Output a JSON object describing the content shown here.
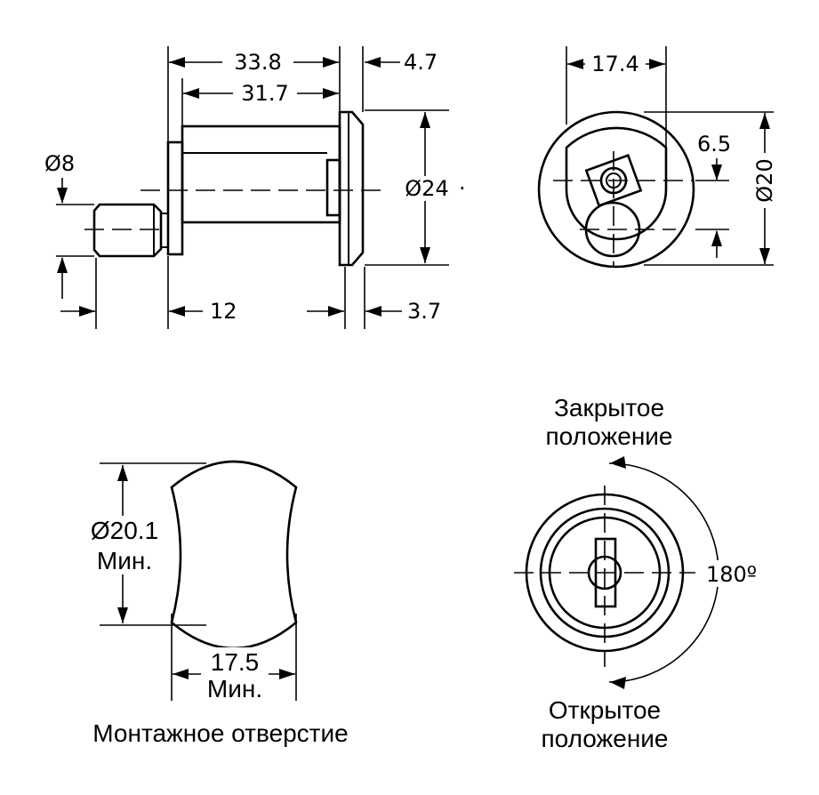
{
  "side_view": {
    "overall_length": "33.8",
    "body_length": "31.7",
    "flange_thickness": "4.7",
    "cam_diameter": "Ø8",
    "body_diameter": "Ø24",
    "cam_length": "12",
    "flange_offset": "3.7"
  },
  "front_view": {
    "flat_width": "17.4",
    "keyway_offset": "6.5",
    "flange_diameter": "Ø20"
  },
  "mounting_hole": {
    "diameter": "Ø20.1",
    "diameter_note": "Мин.",
    "flat_width": "17.5",
    "width_note": "Мин.",
    "caption": "Монтажное отверстие"
  },
  "rotation": {
    "closed_line1": "Закрытое",
    "closed_line2": "положение",
    "angle": "180º",
    "open_line1": "Открытое",
    "open_line2": "положение"
  }
}
